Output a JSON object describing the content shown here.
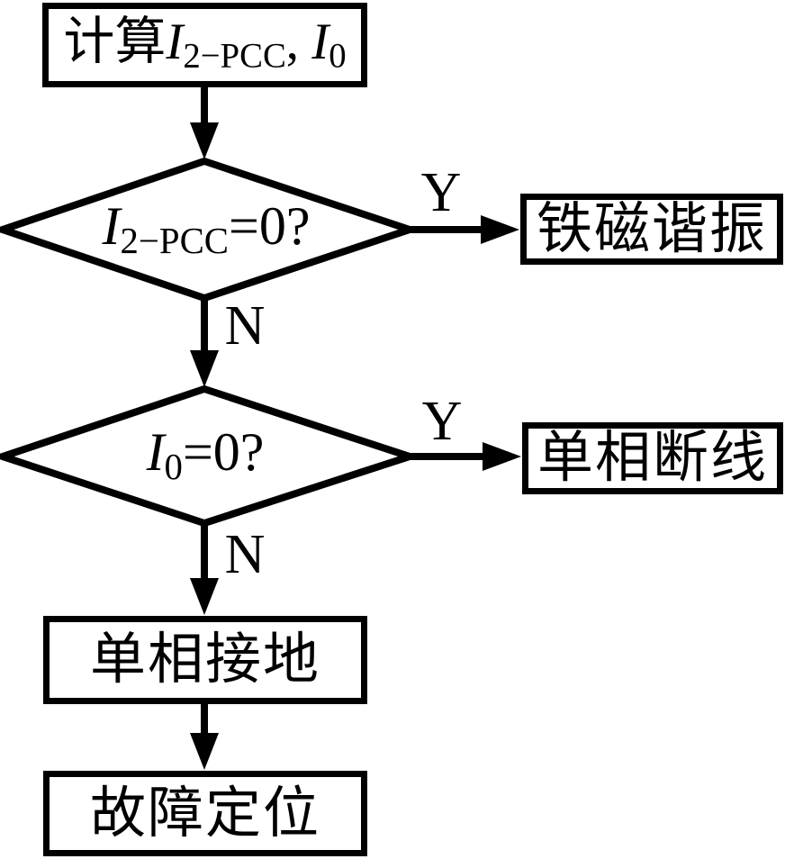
{
  "colors": {
    "ink": "#000000",
    "background": "#ffffff"
  },
  "nodes": {
    "start": {
      "prefix": "计算",
      "var1": "I",
      "sub1": "2−PCC",
      "sep": ", ",
      "var2": "I",
      "sub2": "0"
    },
    "decision1": {
      "var": "I",
      "sub": "2−PCC",
      "rest": "=0?"
    },
    "decision2": {
      "var": "I",
      "sub": "0",
      "rest": "=0?"
    },
    "resonance": {
      "label": "铁磁谐振"
    },
    "break_line": {
      "label": "单相断线"
    },
    "ground": {
      "label": "单相接地"
    },
    "locate": {
      "label": "故障定位"
    }
  },
  "edge_labels": {
    "yes1": "Y",
    "no1": "N",
    "yes2": "Y",
    "no2": "N"
  }
}
